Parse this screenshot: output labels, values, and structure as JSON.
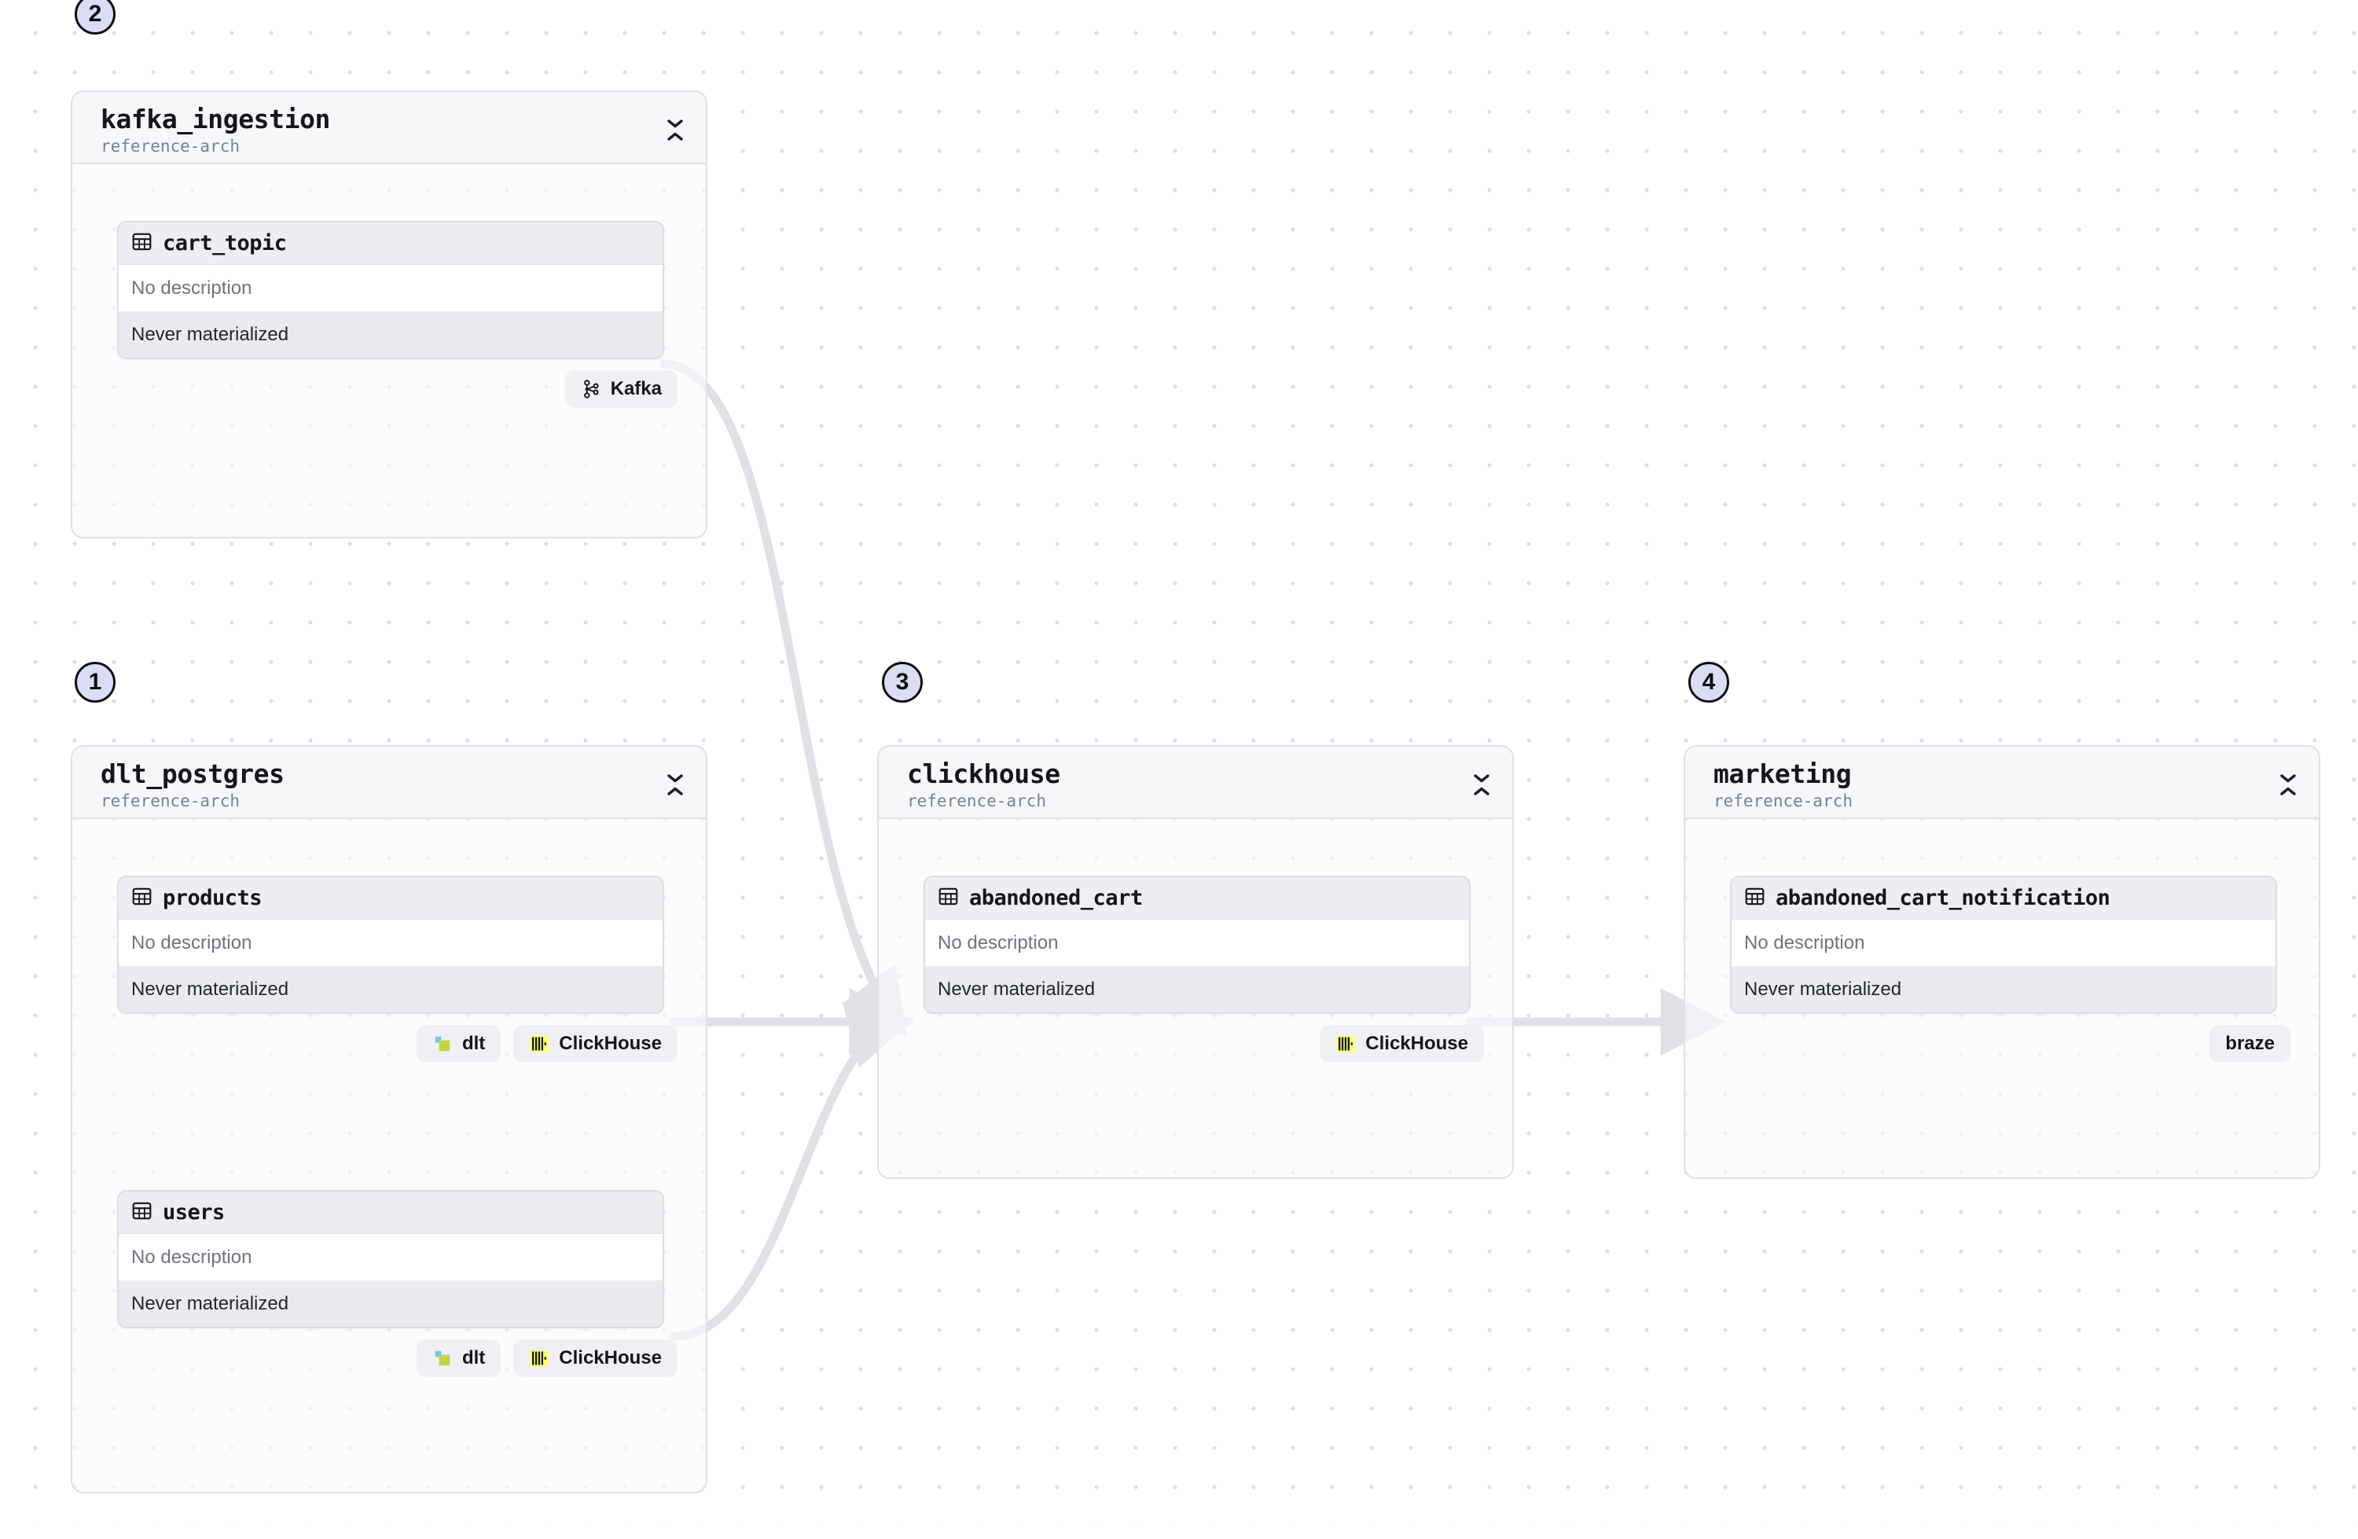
{
  "canvas": {
    "background": "#ffffff",
    "grid_dot_color": "#dcdee6",
    "edge_color": "#dfe1e6"
  },
  "palette": {
    "accent_step": "#dcdcf5",
    "panel_header": "#f6f7f9",
    "node_header": "#eceef1",
    "node_mat_row": "#e9ebef",
    "border": "#dfe1e8",
    "text_primary": "#15161c",
    "text_muted": "#6f7380",
    "clickhouse_yellow": "#faff69",
    "dlt_green": "#c3d44b",
    "dlt_blue": "#74c7e3"
  },
  "groups": [
    {
      "id": "kafka_ingestion",
      "step": "2",
      "title": "kafka_ingestion",
      "subtitle": "reference-arch",
      "collapse_icon": "collapse-chevrons-icon",
      "nodes": [
        {
          "id": "cart_topic",
          "icon": "table-icon",
          "title": "cart_topic",
          "description": "No description",
          "materialization": "Never materialized",
          "badges": [
            {
              "label": "Kafka",
              "icon": "kafka-icon"
            }
          ]
        }
      ]
    },
    {
      "id": "dlt_postgres",
      "step": "1",
      "title": "dlt_postgres",
      "subtitle": "reference-arch",
      "collapse_icon": "collapse-chevrons-icon",
      "nodes": [
        {
          "id": "products",
          "icon": "table-icon",
          "title": "products",
          "description": "No description",
          "materialization": "Never materialized",
          "badges": [
            {
              "label": "dlt",
              "icon": "dlt-icon"
            },
            {
              "label": "ClickHouse",
              "icon": "clickhouse-icon"
            }
          ]
        },
        {
          "id": "users",
          "icon": "table-icon",
          "title": "users",
          "description": "No description",
          "materialization": "Never materialized",
          "badges": [
            {
              "label": "dlt",
              "icon": "dlt-icon"
            },
            {
              "label": "ClickHouse",
              "icon": "clickhouse-icon"
            }
          ]
        }
      ]
    },
    {
      "id": "clickhouse",
      "step": "3",
      "title": "clickhouse",
      "subtitle": "reference-arch",
      "collapse_icon": "collapse-chevrons-icon",
      "nodes": [
        {
          "id": "abandoned_cart",
          "icon": "table-icon",
          "title": "abandoned_cart",
          "description": "No description",
          "materialization": "Never materialized",
          "badges": [
            {
              "label": "ClickHouse",
              "icon": "clickhouse-icon"
            }
          ]
        }
      ]
    },
    {
      "id": "marketing",
      "step": "4",
      "title": "marketing",
      "subtitle": "reference-arch",
      "collapse_icon": "collapse-chevrons-icon",
      "nodes": [
        {
          "id": "abandoned_cart_notification",
          "icon": "table-icon",
          "title": "abandoned_cart_notification",
          "description": "No description",
          "materialization": "Never materialized",
          "badges": [
            {
              "label": "braze",
              "icon": "none"
            }
          ]
        }
      ]
    }
  ],
  "edges": [
    {
      "from": "cart_topic",
      "to": "abandoned_cart"
    },
    {
      "from": "products",
      "to": "abandoned_cart"
    },
    {
      "from": "users",
      "to": "abandoned_cart"
    },
    {
      "from": "abandoned_cart",
      "to": "abandoned_cart_notification"
    }
  ]
}
